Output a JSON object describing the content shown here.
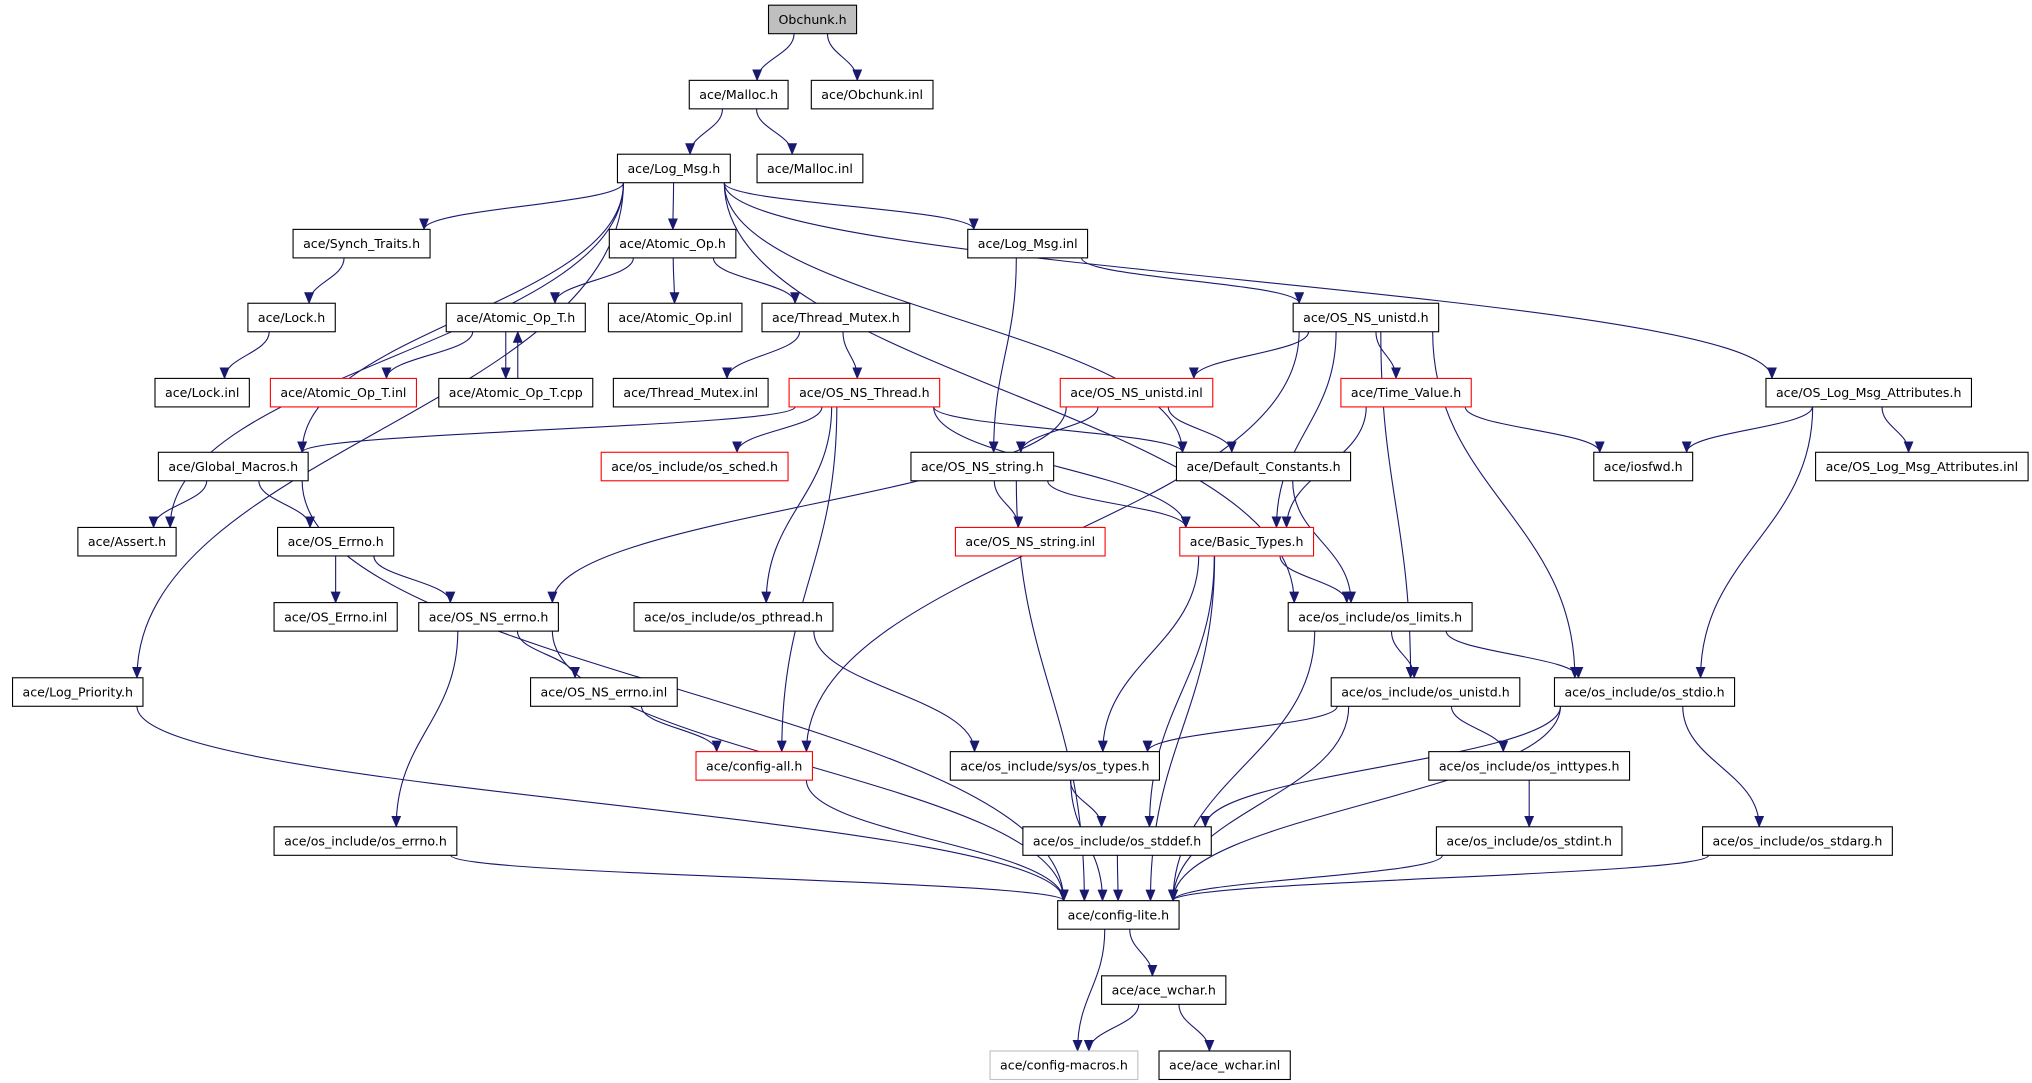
{
  "colors": {
    "edge": "#191970",
    "border_normal": "#000000",
    "border_truncated": "#ff0000",
    "border_missing": "#bfbfbf",
    "root_fill": "#bfbfbf",
    "fill": "#ffffff"
  },
  "nodes": [
    {
      "id": "obchunk_h",
      "label": "Obchunk.h",
      "style": "root"
    },
    {
      "id": "malloc_h",
      "label": "ace/Malloc.h",
      "style": "normal"
    },
    {
      "id": "obchunk_inl",
      "label": "ace/Obchunk.inl",
      "style": "normal"
    },
    {
      "id": "log_msg_h",
      "label": "ace/Log_Msg.h",
      "style": "normal"
    },
    {
      "id": "malloc_inl",
      "label": "ace/Malloc.inl",
      "style": "normal"
    },
    {
      "id": "synch_traits_h",
      "label": "ace/Synch_Traits.h",
      "style": "normal"
    },
    {
      "id": "atomic_op_h",
      "label": "ace/Atomic_Op.h",
      "style": "normal"
    },
    {
      "id": "log_msg_inl",
      "label": "ace/Log_Msg.inl",
      "style": "normal"
    },
    {
      "id": "lock_h",
      "label": "ace/Lock.h",
      "style": "normal"
    },
    {
      "id": "atomic_op_t_h",
      "label": "ace/Atomic_Op_T.h",
      "style": "normal"
    },
    {
      "id": "atomic_op_inl",
      "label": "ace/Atomic_Op.inl",
      "style": "normal"
    },
    {
      "id": "thread_mutex_h",
      "label": "ace/Thread_Mutex.h",
      "style": "normal"
    },
    {
      "id": "os_ns_unistd_h",
      "label": "ace/OS_NS_unistd.h",
      "style": "normal"
    },
    {
      "id": "lock_inl",
      "label": "ace/Lock.inl",
      "style": "normal"
    },
    {
      "id": "atomic_op_t_inl",
      "label": "ace/Atomic_Op_T.inl",
      "style": "truncated"
    },
    {
      "id": "atomic_op_t_cpp",
      "label": "ace/Atomic_Op_T.cpp",
      "style": "normal"
    },
    {
      "id": "thread_mutex_inl",
      "label": "ace/Thread_Mutex.inl",
      "style": "normal"
    },
    {
      "id": "os_ns_thread_h",
      "label": "ace/OS_NS_Thread.h",
      "style": "truncated"
    },
    {
      "id": "os_ns_unistd_inl",
      "label": "ace/OS_NS_unistd.inl",
      "style": "truncated"
    },
    {
      "id": "time_value_h",
      "label": "ace/Time_Value.h",
      "style": "truncated"
    },
    {
      "id": "os_log_msg_attributes_h",
      "label": "ace/OS_Log_Msg_Attributes.h",
      "style": "normal"
    },
    {
      "id": "global_macros_h",
      "label": "ace/Global_Macros.h",
      "style": "normal"
    },
    {
      "id": "os_sched_h",
      "label": "ace/os_include/os_sched.h",
      "style": "truncated"
    },
    {
      "id": "os_ns_string_h",
      "label": "ace/OS_NS_string.h",
      "style": "normal"
    },
    {
      "id": "default_constants_h",
      "label": "ace/Default_Constants.h",
      "style": "normal"
    },
    {
      "id": "iosfwd_h",
      "label": "ace/iosfwd.h",
      "style": "normal"
    },
    {
      "id": "os_log_msg_attributes_inl",
      "label": "ace/OS_Log_Msg_Attributes.inl",
      "style": "normal"
    },
    {
      "id": "assert_h",
      "label": "ace/Assert.h",
      "style": "normal"
    },
    {
      "id": "os_errno_h",
      "label": "ace/OS_Errno.h",
      "style": "normal"
    },
    {
      "id": "os_ns_string_inl",
      "label": "ace/OS_NS_string.inl",
      "style": "truncated"
    },
    {
      "id": "basic_types_h",
      "label": "ace/Basic_Types.h",
      "style": "truncated"
    },
    {
      "id": "os_errno_inl",
      "label": "ace/OS_Errno.inl",
      "style": "normal"
    },
    {
      "id": "os_ns_errno_h",
      "label": "ace/OS_NS_errno.h",
      "style": "normal"
    },
    {
      "id": "os_pthread_h",
      "label": "ace/os_include/os_pthread.h",
      "style": "normal"
    },
    {
      "id": "os_limits_h",
      "label": "ace/os_include/os_limits.h",
      "style": "normal"
    },
    {
      "id": "log_priority_h",
      "label": "ace/Log_Priority.h",
      "style": "normal"
    },
    {
      "id": "os_ns_errno_inl",
      "label": "ace/OS_NS_errno.inl",
      "style": "normal"
    },
    {
      "id": "os_unistd_h",
      "label": "ace/os_include/os_unistd.h",
      "style": "normal"
    },
    {
      "id": "os_stdio_h",
      "label": "ace/os_include/os_stdio.h",
      "style": "normal"
    },
    {
      "id": "config_all_h",
      "label": "ace/config-all.h",
      "style": "truncated"
    },
    {
      "id": "os_types_h",
      "label": "ace/os_include/sys/os_types.h",
      "style": "normal"
    },
    {
      "id": "os_inttypes_h",
      "label": "ace/os_include/os_inttypes.h",
      "style": "normal"
    },
    {
      "id": "os_errno_sys_h",
      "label": "ace/os_include/os_errno.h",
      "style": "normal"
    },
    {
      "id": "os_stddef_h",
      "label": "ace/os_include/os_stddef.h",
      "style": "normal"
    },
    {
      "id": "os_stdint_h",
      "label": "ace/os_include/os_stdint.h",
      "style": "normal"
    },
    {
      "id": "os_stdarg_h",
      "label": "ace/os_include/os_stdarg.h",
      "style": "normal"
    },
    {
      "id": "config_lite_h",
      "label": "ace/config-lite.h",
      "style": "normal"
    },
    {
      "id": "ace_wchar_h",
      "label": "ace/ace_wchar.h",
      "style": "normal"
    },
    {
      "id": "config_macros_h",
      "label": "ace/config-macros.h",
      "style": "missing"
    },
    {
      "id": "ace_wchar_inl",
      "label": "ace/ace_wchar.inl",
      "style": "normal"
    }
  ],
  "edges": [
    {
      "from": "obchunk_h",
      "to": "malloc_h"
    },
    {
      "from": "obchunk_h",
      "to": "obchunk_inl"
    },
    {
      "from": "malloc_h",
      "to": "log_msg_h"
    },
    {
      "from": "malloc_h",
      "to": "malloc_inl"
    },
    {
      "from": "log_msg_h",
      "to": "synch_traits_h"
    },
    {
      "from": "log_msg_h",
      "to": "atomic_op_h"
    },
    {
      "from": "log_msg_h",
      "to": "log_msg_inl"
    },
    {
      "from": "log_msg_h",
      "to": "os_log_msg_attributes_h"
    },
    {
      "from": "log_msg_h",
      "to": "global_macros_h"
    },
    {
      "from": "log_msg_h",
      "to": "assert_h"
    },
    {
      "from": "log_msg_h",
      "to": "log_priority_h"
    },
    {
      "from": "log_msg_h",
      "to": "default_constants_h"
    },
    {
      "from": "log_msg_h",
      "to": "os_limits_h"
    },
    {
      "from": "synch_traits_h",
      "to": "lock_h"
    },
    {
      "from": "lock_h",
      "to": "lock_inl"
    },
    {
      "from": "atomic_op_h",
      "to": "atomic_op_t_h"
    },
    {
      "from": "atomic_op_h",
      "to": "atomic_op_inl"
    },
    {
      "from": "atomic_op_h",
      "to": "thread_mutex_h"
    },
    {
      "from": "atomic_op_t_h",
      "to": "atomic_op_t_inl"
    },
    {
      "from": "atomic_op_t_h",
      "to": "atomic_op_t_cpp"
    },
    {
      "from": "atomic_op_t_cpp",
      "to": "atomic_op_t_h"
    },
    {
      "from": "thread_mutex_h",
      "to": "thread_mutex_inl"
    },
    {
      "from": "thread_mutex_h",
      "to": "os_ns_thread_h"
    },
    {
      "from": "log_msg_inl",
      "to": "os_ns_unistd_h"
    },
    {
      "from": "log_msg_inl",
      "to": "os_ns_string_h"
    },
    {
      "from": "os_ns_unistd_h",
      "to": "os_ns_unistd_inl"
    },
    {
      "from": "os_ns_unistd_h",
      "to": "time_value_h"
    },
    {
      "from": "os_ns_unistd_h",
      "to": "basic_types_h"
    },
    {
      "from": "os_ns_unistd_h",
      "to": "os_unistd_h"
    },
    {
      "from": "os_ns_unistd_h",
      "to": "os_stdio_h"
    },
    {
      "from": "os_ns_unistd_h",
      "to": "config_all_h"
    },
    {
      "from": "os_ns_thread_h",
      "to": "global_macros_h"
    },
    {
      "from": "os_ns_thread_h",
      "to": "os_sched_h"
    },
    {
      "from": "os_ns_thread_h",
      "to": "default_constants_h"
    },
    {
      "from": "os_ns_thread_h",
      "to": "basic_types_h"
    },
    {
      "from": "os_ns_thread_h",
      "to": "os_pthread_h"
    },
    {
      "from": "os_ns_thread_h",
      "to": "config_all_h"
    },
    {
      "from": "os_ns_unistd_inl",
      "to": "os_ns_string_h"
    },
    {
      "from": "os_ns_unistd_inl",
      "to": "default_constants_h"
    },
    {
      "from": "os_ns_unistd_inl",
      "to": "os_ns_errno_h"
    },
    {
      "from": "time_value_h",
      "to": "iosfwd_h"
    },
    {
      "from": "time_value_h",
      "to": "basic_types_h"
    },
    {
      "from": "os_log_msg_attributes_h",
      "to": "iosfwd_h"
    },
    {
      "from": "os_log_msg_attributes_h",
      "to": "os_log_msg_attributes_inl"
    },
    {
      "from": "os_log_msg_attributes_h",
      "to": "os_stdio_h"
    },
    {
      "from": "global_macros_h",
      "to": "assert_h"
    },
    {
      "from": "global_macros_h",
      "to": "os_errno_h"
    },
    {
      "from": "global_macros_h",
      "to": "config_lite_h"
    },
    {
      "from": "os_errno_h",
      "to": "os_errno_inl"
    },
    {
      "from": "os_errno_h",
      "to": "os_ns_errno_h"
    },
    {
      "from": "os_ns_string_h",
      "to": "os_ns_string_inl"
    },
    {
      "from": "os_ns_string_h",
      "to": "basic_types_h"
    },
    {
      "from": "os_ns_string_h",
      "to": "config_lite_h"
    },
    {
      "from": "default_constants_h",
      "to": "os_limits_h"
    },
    {
      "from": "basic_types_h",
      "to": "os_limits_h"
    },
    {
      "from": "basic_types_h",
      "to": "os_types_h"
    },
    {
      "from": "basic_types_h",
      "to": "os_stddef_h"
    },
    {
      "from": "basic_types_h",
      "to": "config_lite_h"
    },
    {
      "from": "os_ns_errno_h",
      "to": "os_ns_errno_inl"
    },
    {
      "from": "os_ns_errno_h",
      "to": "os_errno_sys_h"
    },
    {
      "from": "os_ns_errno_h",
      "to": "config_lite_h"
    },
    {
      "from": "os_ns_errno_inl",
      "to": "config_all_h"
    },
    {
      "from": "os_pthread_h",
      "to": "os_types_h"
    },
    {
      "from": "os_limits_h",
      "to": "os_unistd_h"
    },
    {
      "from": "os_limits_h",
      "to": "os_stdio_h"
    },
    {
      "from": "os_limits_h",
      "to": "config_lite_h"
    },
    {
      "from": "os_unistd_h",
      "to": "os_types_h"
    },
    {
      "from": "os_unistd_h",
      "to": "os_inttypes_h"
    },
    {
      "from": "os_unistd_h",
      "to": "config_lite_h"
    },
    {
      "from": "os_stdio_h",
      "to": "os_stddef_h"
    },
    {
      "from": "os_stdio_h",
      "to": "os_stdarg_h"
    },
    {
      "from": "os_stdio_h",
      "to": "config_lite_h"
    },
    {
      "from": "os_types_h",
      "to": "os_stddef_h"
    },
    {
      "from": "os_types_h",
      "to": "config_lite_h"
    },
    {
      "from": "os_inttypes_h",
      "to": "os_stdint_h"
    },
    {
      "from": "os_stddef_h",
      "to": "config_lite_h"
    },
    {
      "from": "os_stdint_h",
      "to": "config_lite_h"
    },
    {
      "from": "os_stdarg_h",
      "to": "config_lite_h"
    },
    {
      "from": "os_errno_sys_h",
      "to": "config_lite_h"
    },
    {
      "from": "config_all_h",
      "to": "config_lite_h"
    },
    {
      "from": "log_priority_h",
      "to": "config_lite_h"
    },
    {
      "from": "config_lite_h",
      "to": "ace_wchar_h"
    },
    {
      "from": "config_lite_h",
      "to": "config_macros_h"
    },
    {
      "from": "ace_wchar_h",
      "to": "config_macros_h"
    },
    {
      "from": "ace_wchar_h",
      "to": "ace_wchar_inl"
    }
  ]
}
